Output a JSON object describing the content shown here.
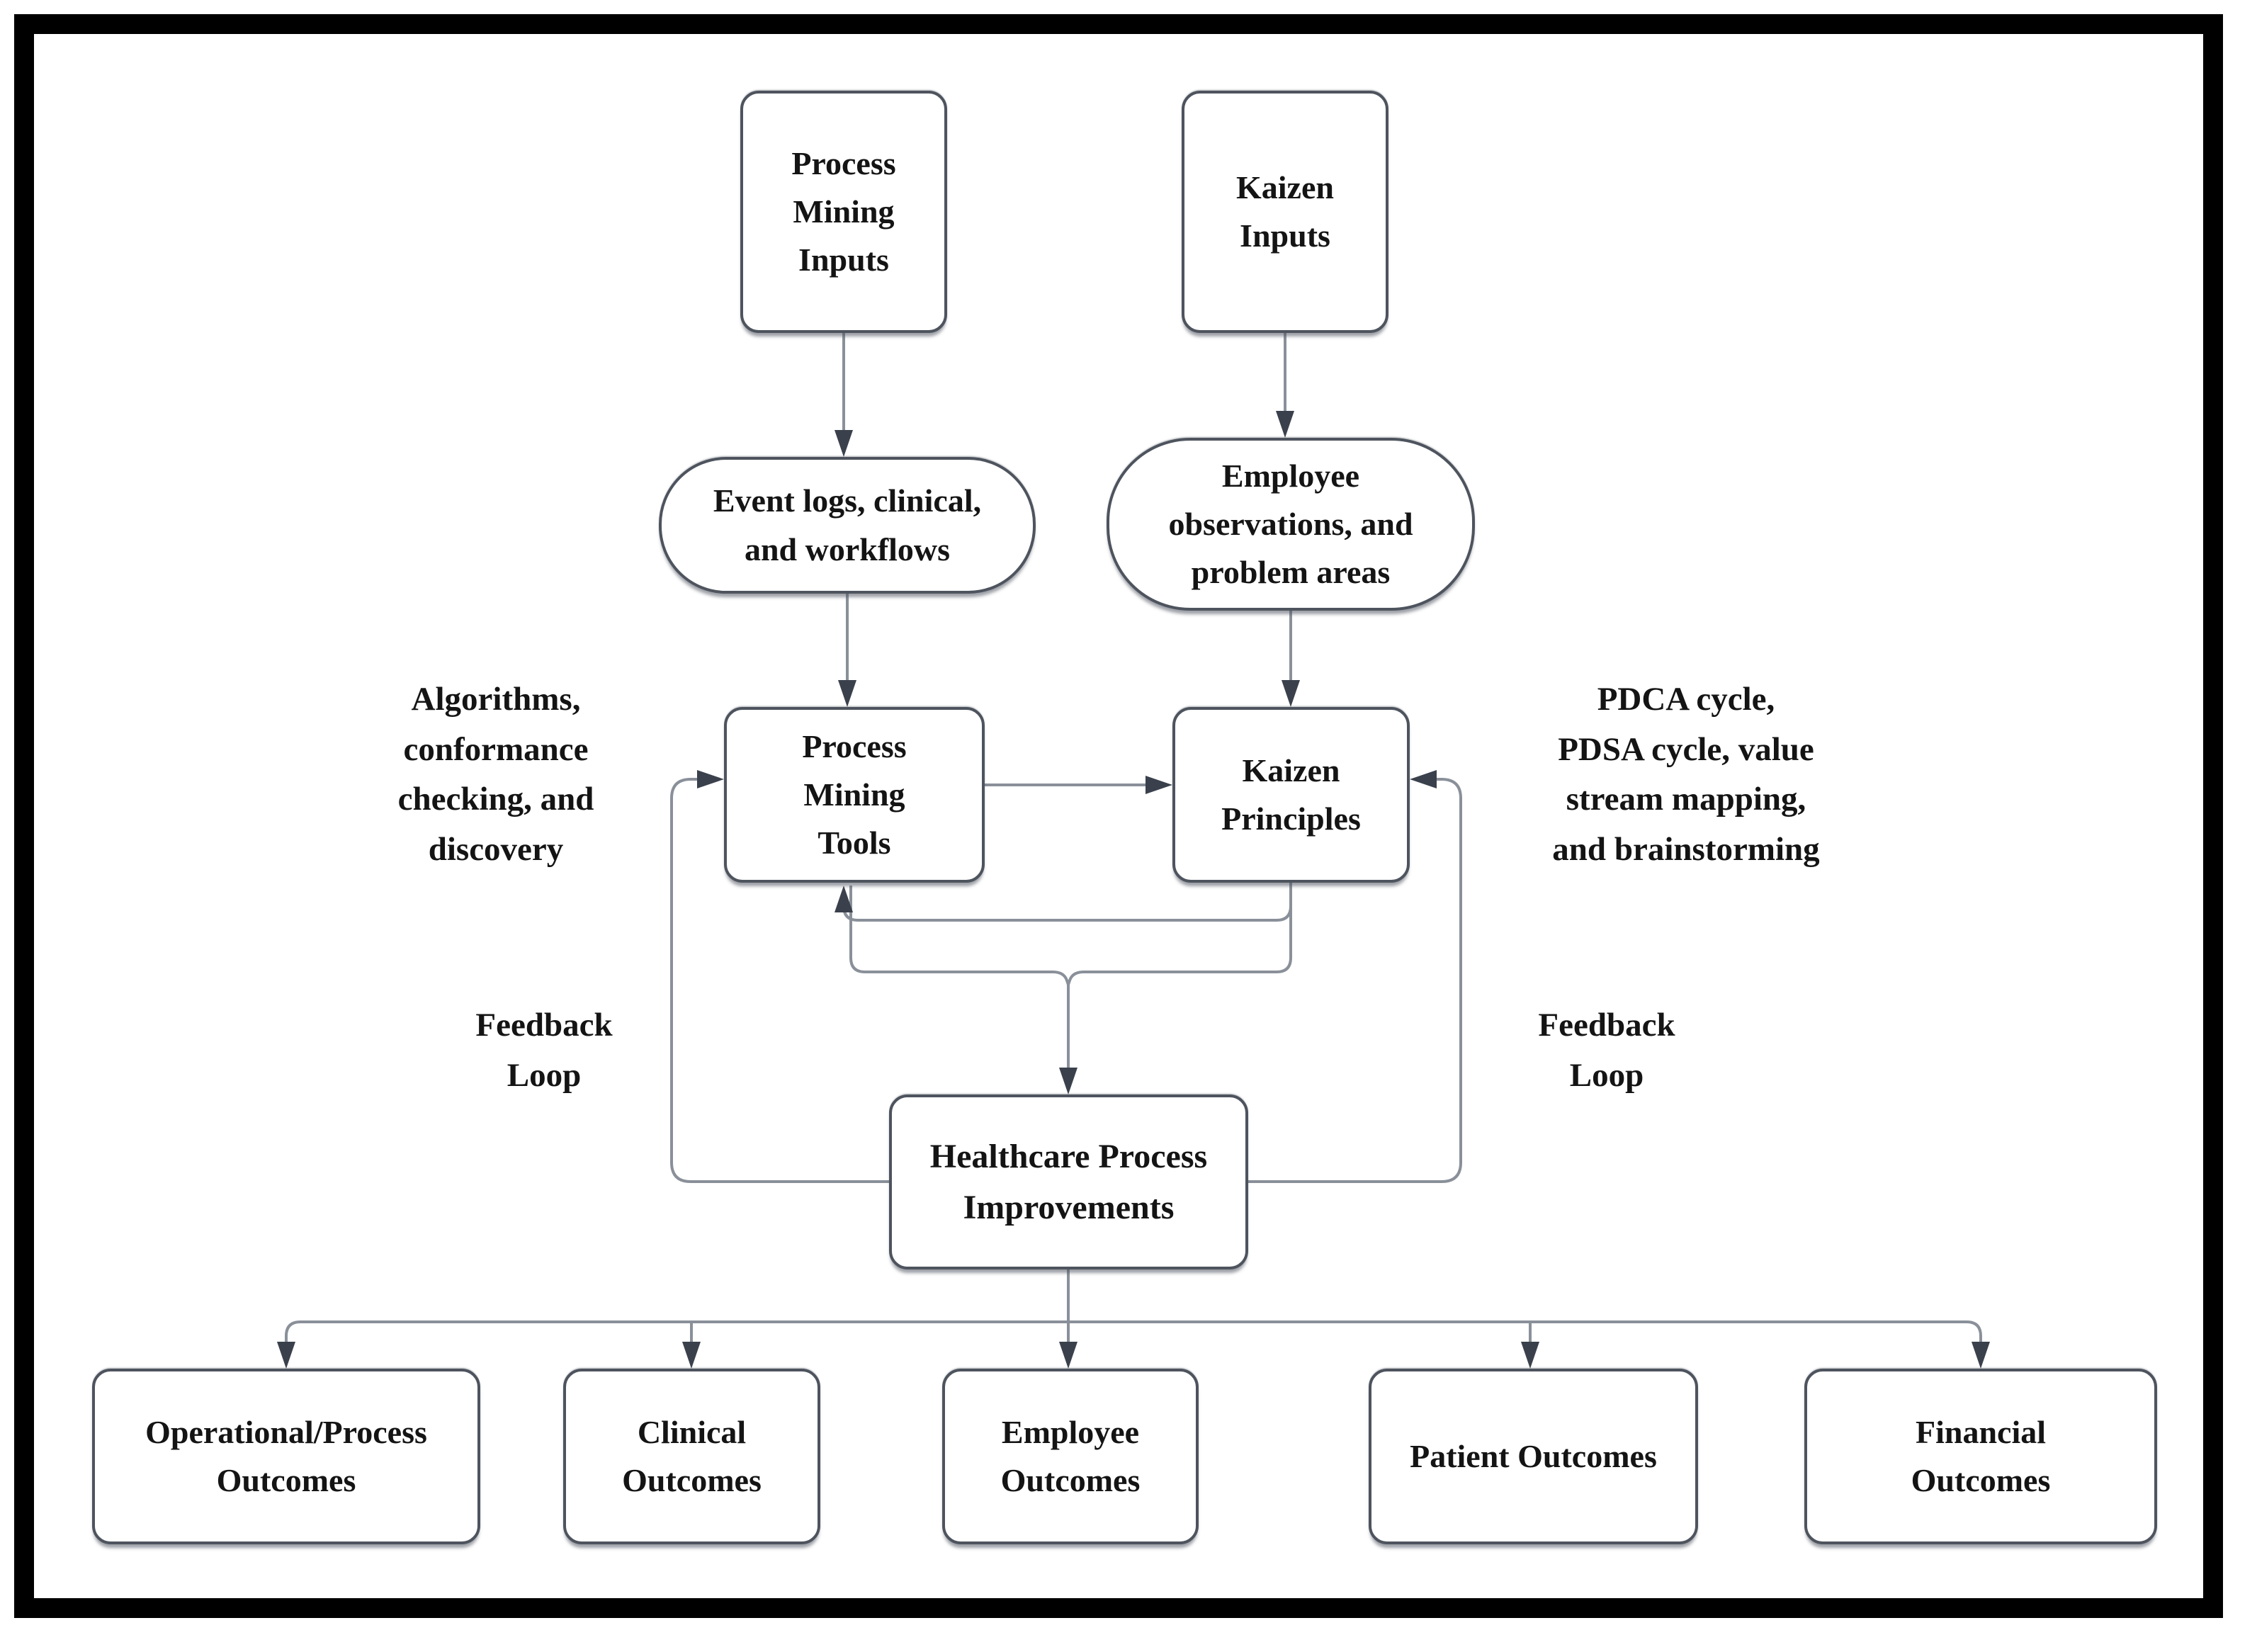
{
  "diagram": {
    "nodes": {
      "process_mining_inputs": {
        "label": "Process\nMining\nInputs"
      },
      "kaizen_inputs": {
        "label": "Kaizen\nInputs"
      },
      "event_logs": {
        "label": "Event logs, clinical,\nand workflows"
      },
      "employee_observations": {
        "label": "Employee\nobservations, and\nproblem areas"
      },
      "process_mining_tools": {
        "label": "Process\nMining\nTools"
      },
      "kaizen_principles": {
        "label": "Kaizen\nPrinciples"
      },
      "healthcare_process_improvements": {
        "label": "Healthcare Process\nImprovements"
      },
      "operational_outcomes": {
        "label": "Operational/Process\nOutcomes"
      },
      "clinical_outcomes": {
        "label": "Clinical\nOutcomes"
      },
      "employee_outcomes": {
        "label": "Employee\nOutcomes"
      },
      "patient_outcomes": {
        "label": "Patient Outcomes"
      },
      "financial_outcomes": {
        "label": "Financial\nOutcomes"
      }
    },
    "annotations": {
      "process_mining_methods": {
        "label": "Algorithms,\nconformance\nchecking, and\ndiscovery"
      },
      "kaizen_methods": {
        "label": "PDCA cycle,\nPDSA cycle, value\nstream mapping,\nand brainstorming"
      },
      "feedback_loop_left": {
        "label": "Feedback\nLoop"
      },
      "feedback_loop_right": {
        "label": "Feedback\nLoop"
      }
    },
    "colors": {
      "frame": "#000000",
      "background": "#ffffff",
      "connector_line": "#8a9099",
      "arrowhead": "#3a414c",
      "node_border": "#4e545e",
      "text": "#141414"
    }
  }
}
